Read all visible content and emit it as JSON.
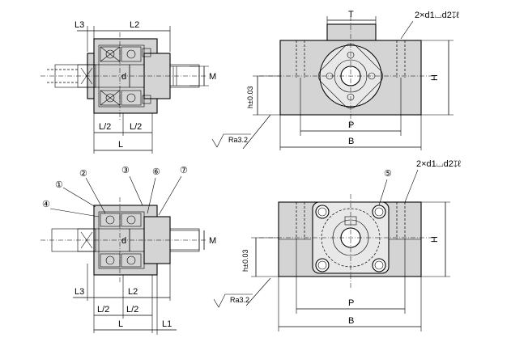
{
  "colors": {
    "body_fill": "#d4d4d4",
    "dark_fill": "#9a9a9a",
    "line": "#000000",
    "background": "#ffffff"
  },
  "top_left": {
    "L3": "L3",
    "L2": "L2",
    "d": "d",
    "M": "M",
    "L_half_1": "L/2",
    "L_half_2": "L/2",
    "L": "L"
  },
  "top_right": {
    "T": "T",
    "note": "2×d1⌴d2↧ℓ",
    "h": "h±0.03",
    "H": "H",
    "P": "P",
    "B": "B",
    "roughness": "Ra3.2"
  },
  "bottom_left": {
    "callouts": [
      "①",
      "②",
      "③",
      "⑥",
      "⑦",
      "④"
    ],
    "d": "d",
    "M": "M",
    "L3": "L3",
    "L2": "L2",
    "L_half_1": "L/2",
    "L_half_2": "L/2",
    "L": "L",
    "L1": "L1"
  },
  "bottom_right": {
    "callout": "⑤",
    "note": "2×d1⌴d2↧ℓ",
    "h": "h±0.03",
    "H": "H",
    "P": "P",
    "B": "B",
    "roughness": "Ra3.2"
  }
}
